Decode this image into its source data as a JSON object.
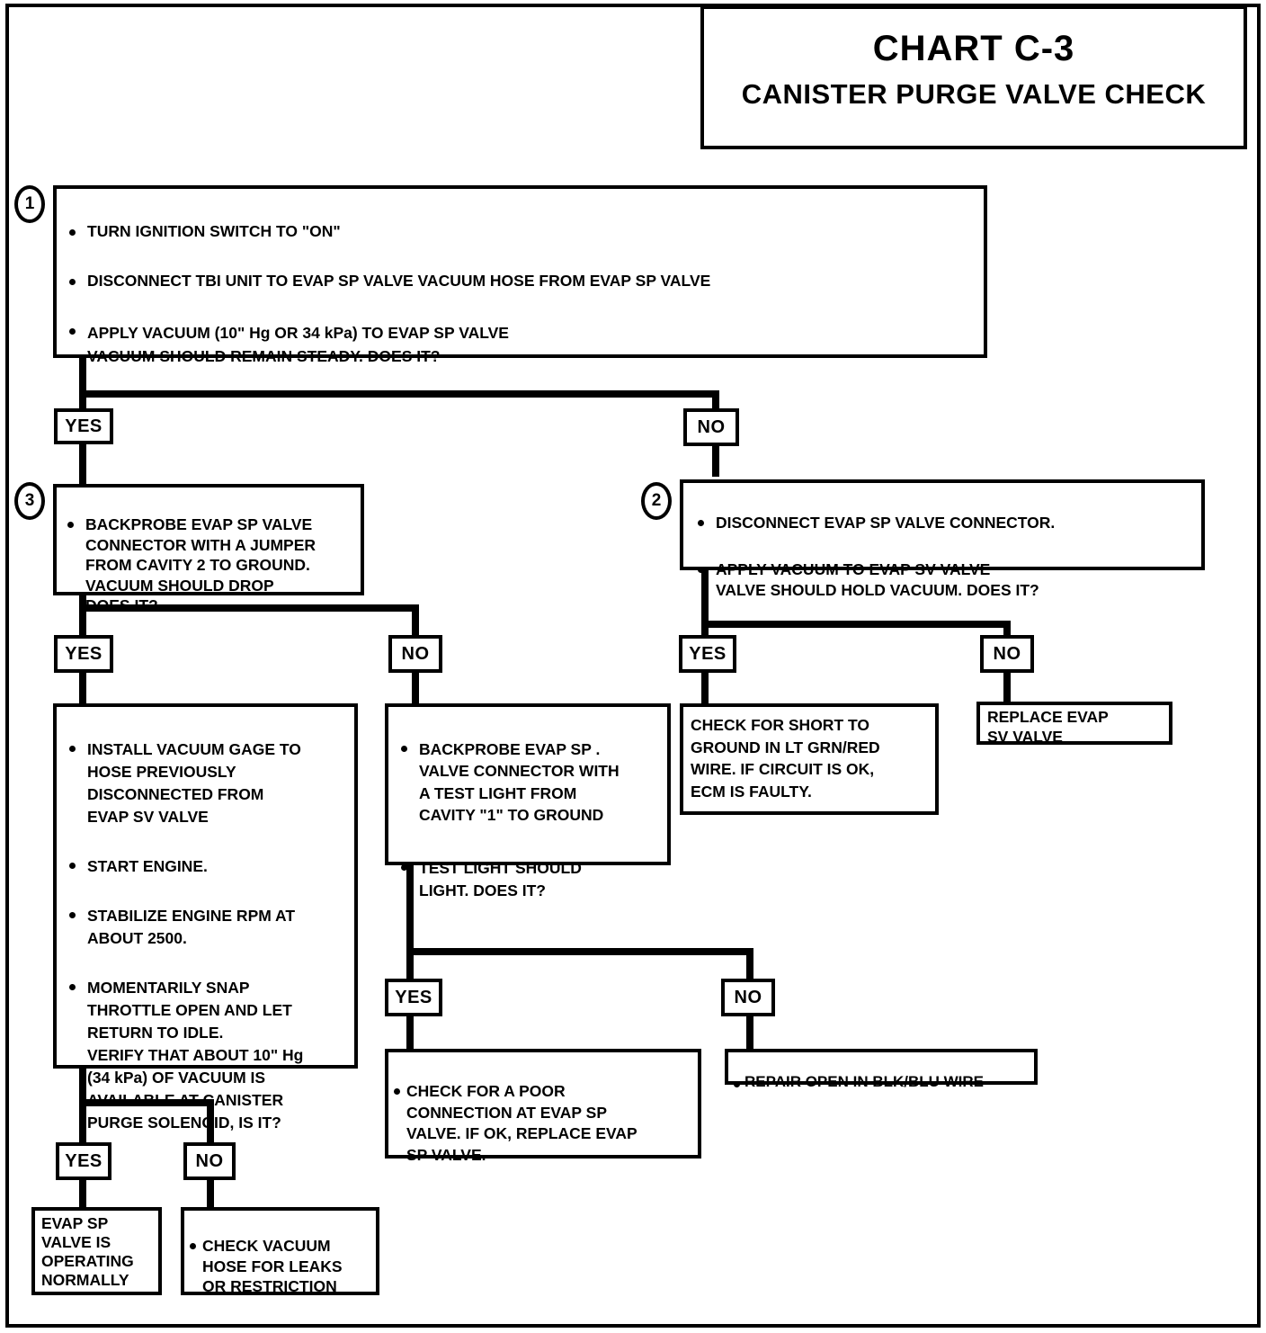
{
  "title": {
    "main": "CHART C-3",
    "sub": "CANISTER PURGE VALVE CHECK"
  },
  "chart_data": {
    "type": "diagram",
    "title": "CHART C-3 — CANISTER PURGE VALVE CHECK",
    "diagram_type": "troubleshooting-flowchart"
  },
  "steps": {
    "one": "1",
    "two": "2",
    "three": "3"
  },
  "labels": {
    "yes": "YES",
    "no": "NO"
  },
  "nodes": {
    "step1": {
      "b1": "TURN IGNITION SWITCH TO \"ON\"",
      "b2": "DISCONNECT TBI UNIT TO EVAP SP VALVE VACUUM  HOSE FROM EVAP SP VALVE",
      "b3": "APPLY VACUUM (10\" Hg OR 34 kPa) TO EVAP SP VALVE\nVACUUM SHOULD REMAIN STEADY.  DOES IT?"
    },
    "step3": {
      "b1": "BACKPROBE EVAP SP VALVE\nCONNECTOR WITH A JUMPER\nFROM CAVITY 2 TO GROUND.\nVACUUM SHOULD DROP\nDOES IT?"
    },
    "step2": {
      "b1": "DISCONNECT  EVAP SP VALVE  CONNECTOR.",
      "b2": "APPLY VACUUM TO  EVAP SV VALVE\nVALVE  SHOULD HOLD VACUUM. DOES IT?"
    },
    "install_gage": {
      "b1": "INSTALL VACUUM GAGE TO\nHOSE PREVIOUSLY\nDISCONNECTED FROM\nEVAP SV VALVE",
      "b2": "START ENGINE.",
      "b3": "STABILIZE ENGINE RPM AT\nABOUT 2500.",
      "b4": "MOMENTARILY SNAP\nTHROTTLE OPEN AND LET\nRETURN TO IDLE.\nVERIFY THAT ABOUT 10\" Hg\n(34 kPa) OF VACUUM IS\nAVAILABLE AT CANISTER\nPURGE SOLENOID, IS IT?"
    },
    "backprobe_test_light": {
      "b1": "BACKPROBE EVAP SP .\nVALVE CONNECTOR WITH\nA TEST LIGHT FROM\nCAVITY \"1\" TO GROUND",
      "b2": "TEST LIGHT SHOULD\nLIGHT.  DOES IT?"
    },
    "check_short": {
      "text": "CHECK FOR SHORT TO\nGROUND IN LT GRN/RED\nWIRE.  IF CIRCUIT IS OK,\nECM IS FAULTY."
    },
    "replace_sv": {
      "text": "REPLACE EVAP\nSV VALVE"
    },
    "check_poor_conn": {
      "b1": "CHECK FOR A POOR\nCONNECTION AT EVAP SP\nVALVE.  IF OK, REPLACE EVAP\nSP VALVE."
    },
    "repair_open": {
      "b1": "REPAIR OPEN IN BLK/BLU WIRE"
    },
    "operating_normally": {
      "text": "EVAP SP\nVALVE IS\nOPERATING\nNORMALLY"
    },
    "check_vacuum_hose": {
      "b1": "CHECK VACUUM\nHOSE FOR LEAKS\nOR RESTRICTION"
    }
  }
}
